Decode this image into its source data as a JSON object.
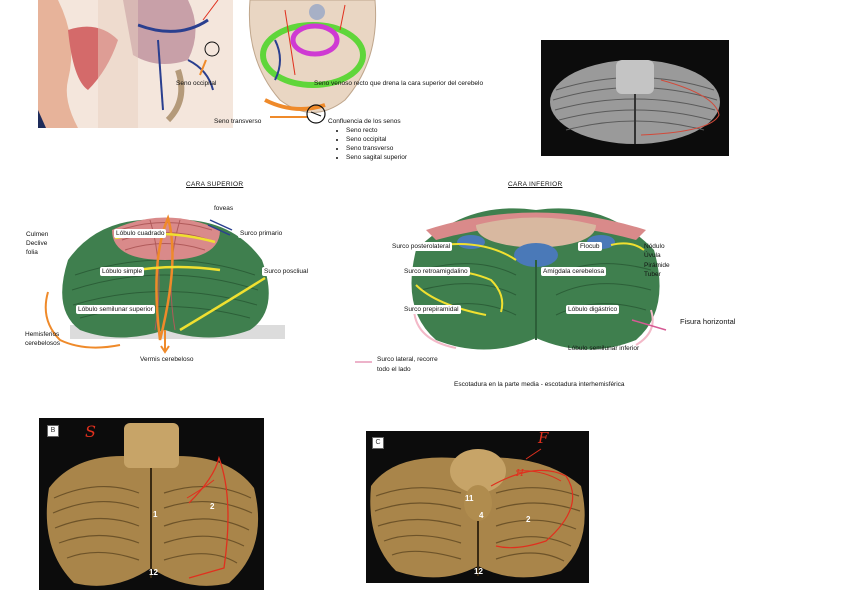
{
  "top": {
    "seno_occipital": "Seno occipital",
    "seno_recto": "Seno venoso recto que drena la cara superior del cerebelo",
    "seno_transverso": "Seno transverso",
    "confluencia_title": "Confluencia de los senos",
    "confluencia_items": [
      "Seno recto",
      "Seno occipital",
      "Seno transverso",
      "Seno sagital superior"
    ]
  },
  "superior": {
    "heading": "CARA SUPERIOR",
    "left_labels": [
      "Culmen",
      "Declive",
      "folia"
    ],
    "foveas": "foveas",
    "lobulo_cuadrado": "Lóbulo cuadrado",
    "surco_primario": "Surco primario",
    "lobulo_simple": "Lóbulo simple",
    "surco_poscliual": "Surco poscliual",
    "lobulo_semilunar_superior": "Lóbulo semilunar superior",
    "hemisferios": [
      "Hemisferios",
      "cerebelosos"
    ],
    "vermis": "Vermis cerebeloso"
  },
  "inferior": {
    "heading": "CARA INFERIOR",
    "surco_posterolateral": "Surco posterolateral",
    "flocub": "Flocub",
    "vermis_list": [
      "Nódulo",
      "Úvula",
      "Pirámide",
      "Tuber"
    ],
    "surco_retroamigdalino": "Surco retroamigdalino",
    "amigdala": "Amígdala cerebelosa",
    "surco_prepiramidal": "Surco prepiramidal",
    "lobulo_digastrico": "Lóbulo digástrico",
    "fisura_horizontal": "Fisura horizontal",
    "lobulo_semilunar_inferior": "Lóbulo semilunar inferior",
    "surco_lateral": [
      "Surco lateral, recorre",
      "todo el lado"
    ],
    "escotadura": "Escotadura en la parte media - escotadura interhemisférica"
  },
  "photos": {
    "b_letter": "B",
    "b_nums": [
      "1",
      "2",
      "12"
    ],
    "b_handwriting": "S",
    "c_letter": "C",
    "c_nums": [
      "11",
      "4",
      "2",
      "12"
    ],
    "c_handwriting": "F",
    "c_handwriting_small": "H"
  },
  "colors": {
    "green": "#3f7f4e",
    "pink": "#d98a8a",
    "yellow": "#f0e030",
    "orange": "#ef8a2a",
    "red_annot": "#e0301e",
    "photo_tan": "#a9854a"
  }
}
